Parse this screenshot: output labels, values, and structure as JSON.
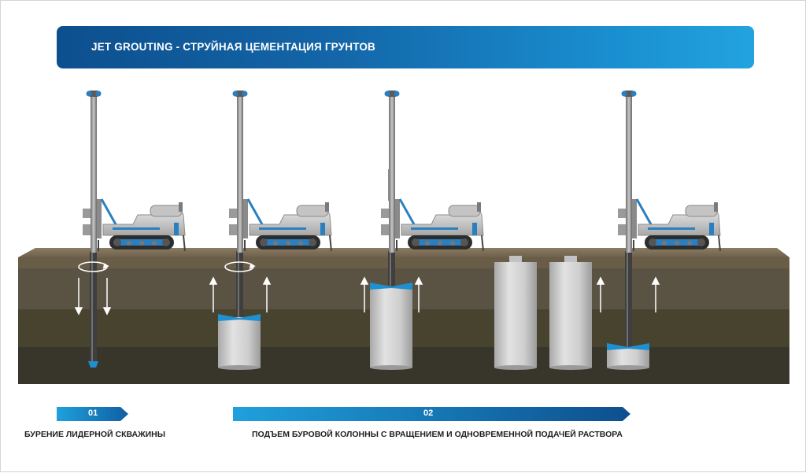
{
  "banner": {
    "title": "JET GROUTING - СТРУЙНАЯ ЦЕМЕНТАЦИЯ ГРУНТОВ"
  },
  "steps": [
    {
      "number": "01",
      "caption": "БУРЕНИЕ ЛИДЕРНОЙ СКВАЖИНЫ"
    },
    {
      "number": "02",
      "caption": "ПОДЪЕМ БУРОВОЙ КОЛОННЫ С ВРАЩЕНИЕМ И ОДНОВРЕМЕННОЙ ПОДАЧЕЙ РАСТВОРА"
    }
  ],
  "colors": {
    "banner_start": "#0d4f8e",
    "banner_end": "#22a3df",
    "soil_top": "#7a6b55",
    "soil_layer1": "#5b5342",
    "soil_layer2": "#45412f",
    "soil_layer3": "#36342a",
    "column": "#cfcfcf",
    "accent": "#1e8fd0"
  }
}
